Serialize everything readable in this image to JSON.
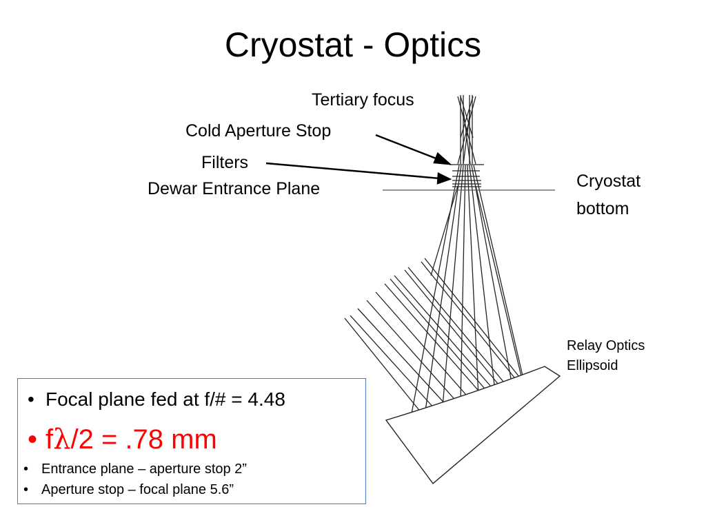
{
  "slide": {
    "title": "Cryostat - Optics"
  },
  "labels": {
    "tertiary_focus": "Tertiary focus",
    "cold_aperture_stop": "Cold Aperture Stop",
    "filters": "Filters",
    "dewar_entrance_plane": "Dewar  Entrance Plane",
    "cryostat_bottom_line1": "Cryostat",
    "cryostat_bottom_line2": "bottom",
    "relay_optics_line1": "Relay Optics",
    "relay_optics_line2": "Ellipsoid"
  },
  "bullets": {
    "focal_plane": "Focal plane fed at f/# = 4.48",
    "f_lambda_prefix": "f",
    "lambda_symbol": "λ",
    "f_lambda_suffix": "/2 = .78 mm",
    "entrance_plane": "Entrance plane – aperture stop 2”",
    "aperture_stop": "Aperture stop – focal plane 5.6”",
    "bullet_glyph": "•"
  },
  "colors": {
    "accent_red": "#ff0000",
    "box_border": "#4a7ebb"
  }
}
